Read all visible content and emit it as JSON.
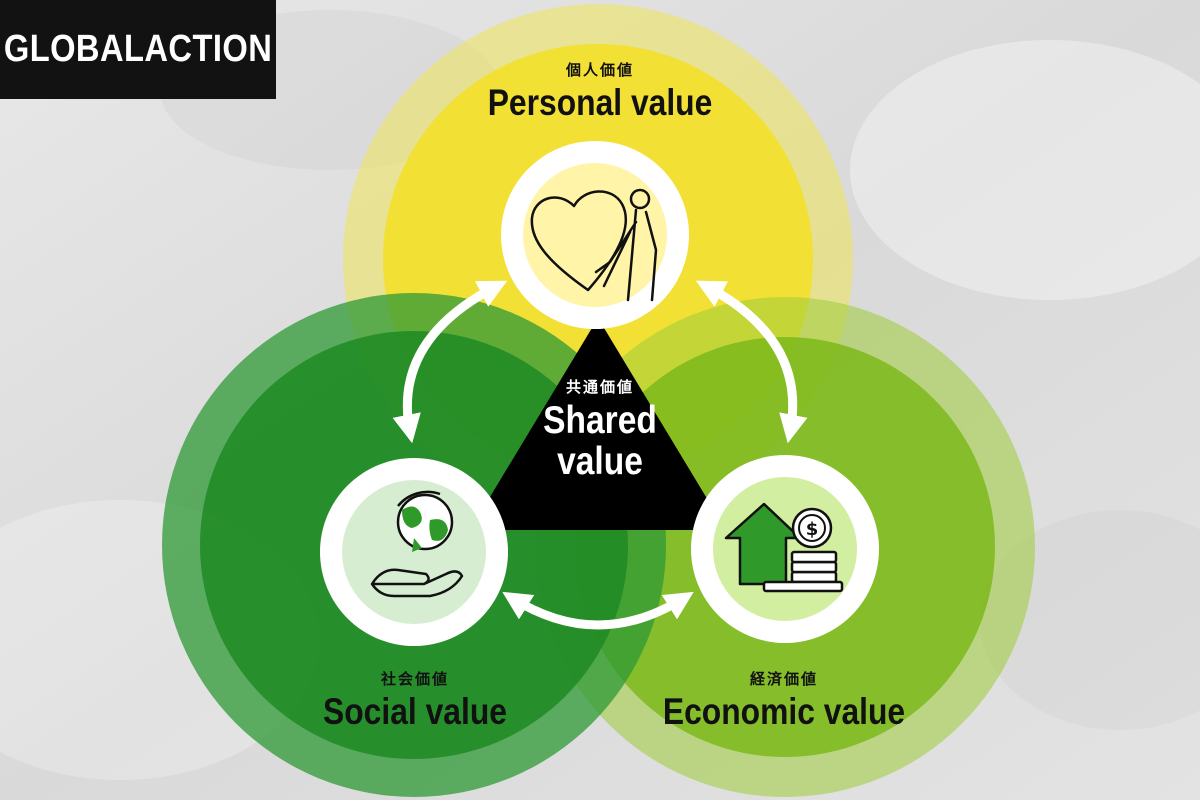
{
  "brand": {
    "name": "GLOBALACTION"
  },
  "colors": {
    "personal": "#f5e73a",
    "personal_inner": "#f3e02a",
    "social": "#2e9a35",
    "social_inner": "#1f8a23",
    "economic": "#8ec322",
    "economic_inner": "#7cb91b",
    "shared": "#000000",
    "icon_badge_personal": "#fff4a8",
    "icon_badge_social": "#d7edd2",
    "icon_badge_economic": "#d2eea1"
  },
  "personal": {
    "ja": "個人価値",
    "en": "Personal value",
    "icon": "heart-hug-icon"
  },
  "social": {
    "ja": "社会価値",
    "en": "Social value",
    "icon": "globe-in-hand-icon"
  },
  "economic": {
    "ja": "経済価値",
    "en": "Economic value",
    "icon": "growth-coins-icon"
  },
  "shared": {
    "ja": "共通価値",
    "en": "Shared value"
  }
}
